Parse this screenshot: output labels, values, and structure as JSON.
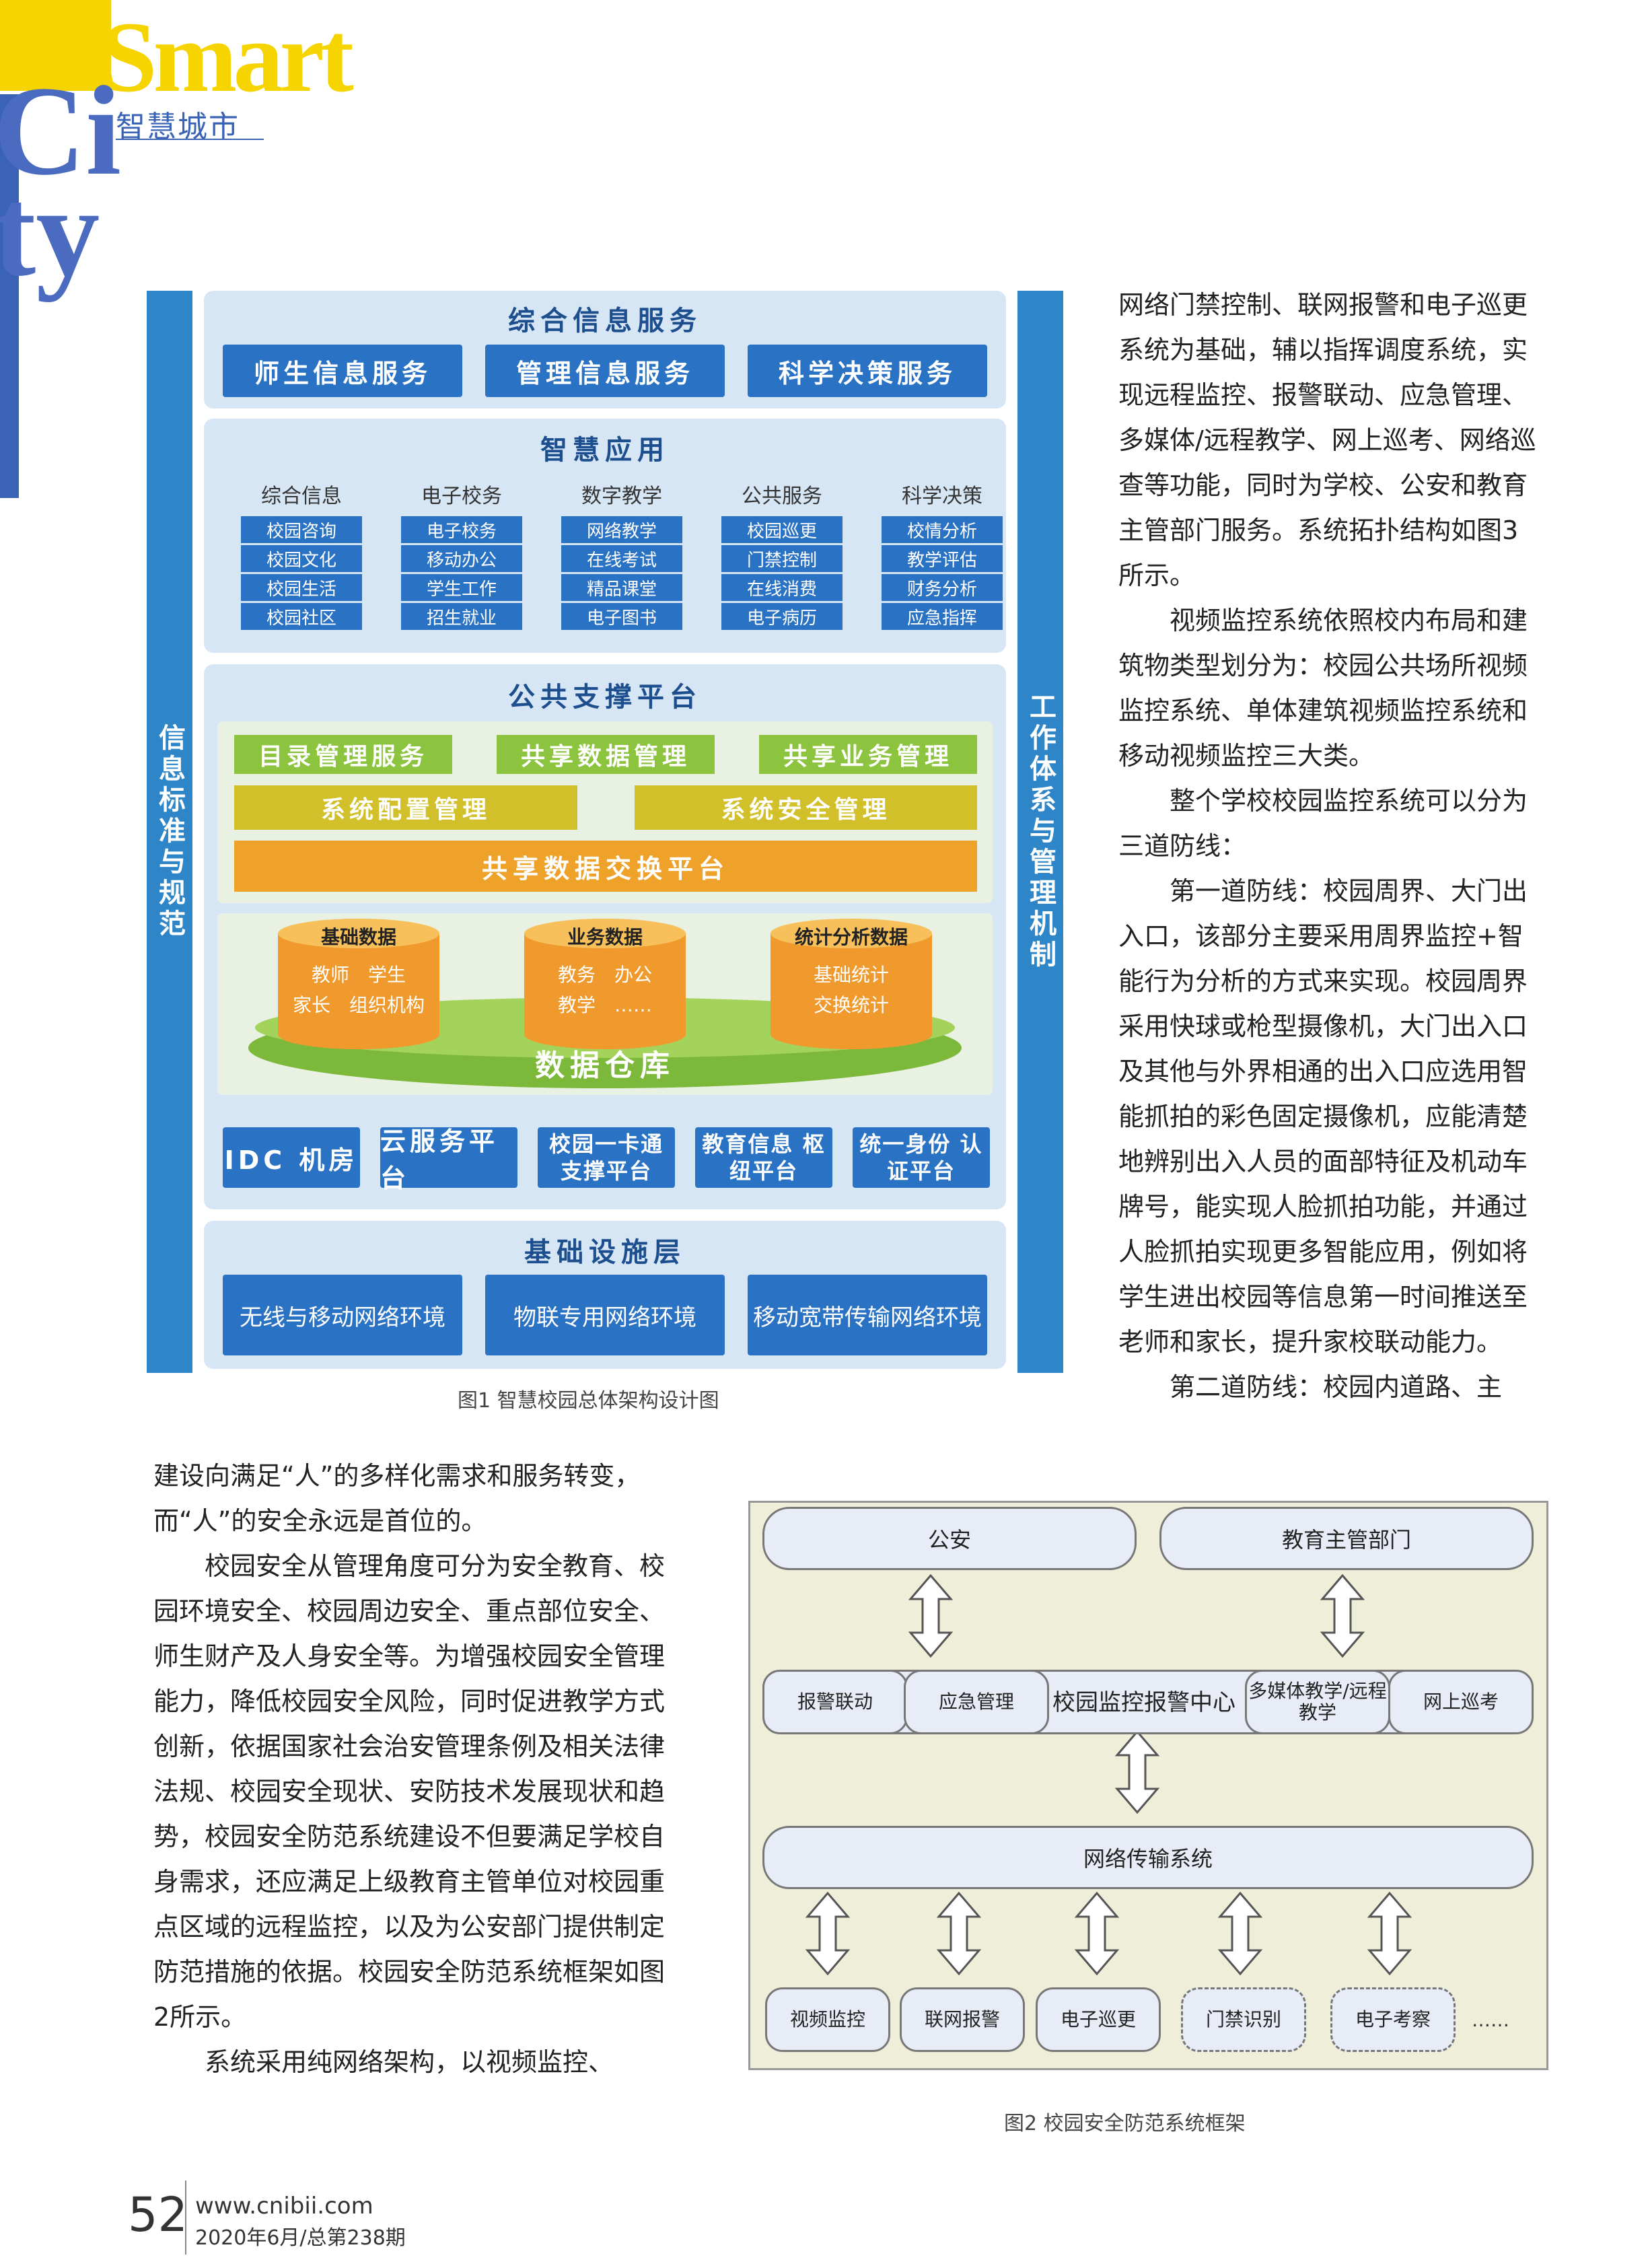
{
  "masthead": {
    "word": "Smart",
    "city": "City",
    "cn": "智慧城市"
  },
  "fig1": {
    "left_bar": "信息标准与规范",
    "right_bar": "工作体系与管理机制",
    "p1": {
      "title": "综合信息服务",
      "buttons": [
        "师生信息服务",
        "管理信息服务",
        "科学决策服务"
      ]
    },
    "p2": {
      "title": "智慧应用",
      "columns": [
        {
          "head": "综合信息",
          "items": [
            "校园咨询",
            "校园文化",
            "校园生活",
            "校园社区"
          ]
        },
        {
          "head": "电子校务",
          "items": [
            "电子校务",
            "移动办公",
            "学生工作",
            "招生就业"
          ]
        },
        {
          "head": "数字教学",
          "items": [
            "网络教学",
            "在线考试",
            "精品课堂",
            "电子图书"
          ]
        },
        {
          "head": "公共服务",
          "items": [
            "校园巡更",
            "门禁控制",
            "在线消费",
            "电子病历"
          ]
        },
        {
          "head": "科学决策",
          "items": [
            "校情分析",
            "教学评估",
            "财务分析",
            "应急指挥"
          ]
        }
      ]
    },
    "p3": {
      "title": "公共支撑平台",
      "green": [
        "目录管理服务",
        "共享数据管理",
        "共享业务管理"
      ],
      "olive": [
        "系统配置管理",
        "系统安全管理"
      ],
      "orange": "共享数据交换平台",
      "cylinders": [
        {
          "title": "基础数据",
          "l1": "教师　学生",
          "l2": "家长　组织机构"
        },
        {
          "title": "业务数据",
          "l1": "教务　办公",
          "l2": "教学　……"
        },
        {
          "title": "统计分析数据",
          "l1": "基础统计",
          "l2": "交换统计"
        }
      ],
      "warehouse": "数据仓库",
      "bottom": [
        "IDC 机房",
        "云服务平台",
        "校园一卡通 支撑平台",
        "教育信息 枢纽平台",
        "统一身份 认证平台"
      ]
    },
    "p4": {
      "title": "基础设施层",
      "buttons": [
        "无线与移动网络环境",
        "物联专用网络环境",
        "移动宽带传输网络环境"
      ]
    },
    "caption": "图1 智慧校园总体架构设计图"
  },
  "right_col": [
    "网络门禁控制、联网报警和电子巡更系统为基础，辅以指挥调度系统，实现远程监控、报警联动、应急管理、多媒体/远程教学、网上巡考、网络巡查等功能，同时为学校、公安和教育主管部门服务。系统拓扑结构如图3所示。",
    "视频监控系统依照校内布局和建筑物类型划分为：校园公共场所视频监控系统、单体建筑视频监控系统和移动视频监控三大类。",
    "整个学校校园监控系统可以分为三道防线：",
    "第一道防线：校园周界、大门出入口，该部分主要采用周界监控+智能行为分析的方式来实现。校园周界采用快球或枪型摄像机，大门出入口及其他与外界相通的出入口应选用智能抓拍的彩色固定摄像机，应能清楚地辨别出入人员的面部特征及机动车牌号，能实现人脸抓拍功能，并通过人脸抓拍实现更多智能应用，例如将学生进出校园等信息第一时间推送至老师和家长，提升家校联动能力。",
    "第二道防线：校园内道路、主"
  ],
  "left_col": [
    "建设向满足“人”的多样化需求和服务转变，而“人”的安全永远是首位的。",
    "校园安全从管理角度可分为安全教育、校园环境安全、校园周边安全、重点部位安全、师生财产及人身安全等。为增强校园安全管理能力，降低校园安全风险，同时促进教学方式创新，依据国家社会治安管理条例及相关法律法规、校园安全现状、安防技术发展现状和趋势，校园安全防范系统建设不但要满足学校自身需求，还应满足上级教育主管单位对校园重点区域的远程监控，以及为公安部门提供制定防范措施的依据。校园安全防范系统框架如图2所示。",
    "系统采用纯网络架构，以视频监控、"
  ],
  "fig2": {
    "top": [
      "公安",
      "教育主管部门"
    ],
    "middle": [
      "报警联动",
      "应急管理",
      "校园监控报警中心",
      "多媒体教学/远程教学",
      "网上巡考"
    ],
    "network": "网络传输系统",
    "bottom": [
      "视频监控",
      "联网报警",
      "电子巡更",
      "门禁识别",
      "电子考察"
    ],
    "ellipsis": "……",
    "caption": "图2 校园安全防范系统框架"
  },
  "footer": {
    "page": "52",
    "url": "www.cnibii.com",
    "issue": "2020年6月/总第238期"
  },
  "colors": {
    "blue": "#2a72c4",
    "side": "#2e86c9",
    "green": "#8cc43f",
    "olive": "#d2c02a",
    "orange": "#eea22a"
  }
}
